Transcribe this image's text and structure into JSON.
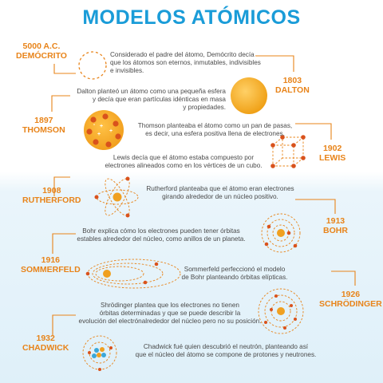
{
  "title": "MODELOS ATÓMICOS",
  "colors": {
    "title": "#1a9cd8",
    "accent": "#e8841a",
    "text": "#4a4a4a",
    "connector": "#e8841a"
  },
  "models": [
    {
      "year": "5000 A.C.",
      "name": "DEMÓCRITO",
      "description_lines": [
        "Considerado el padre del átomo, Demócrito decía",
        "que los átomos son eternos, inmutables, indivisibles",
        "e invisibles."
      ],
      "icon": "dashed-circle-atom-icon"
    },
    {
      "year": "1803",
      "name": "DALTON",
      "description_lines": [
        "Dalton planteó un átomo como una pequeña esfera",
        "y decía que eran partículas idénticas en masa",
        "y propiedades."
      ],
      "icon": "solid-sphere-icon"
    },
    {
      "year": "1897",
      "name": "THOMSON",
      "description_lines": [
        "Thomson planteaba el átomo como un pan de pasas,",
        "es decir, una esfera positiva llena de electrones."
      ],
      "icon": "plum-pudding-icon"
    },
    {
      "year": "1902",
      "name": "LEWIS",
      "description_lines": [
        "Lewis decía que el átomo estaba compuesto por",
        "electrones alineados como en los vértices de un cubo."
      ],
      "icon": "cubic-atom-icon"
    },
    {
      "year": "1908",
      "name": "RUTHERFORD",
      "description_lines": [
        "Rutherford planteaba que el átomo eran electrones",
        "girando alrededor de un núcleo positivo."
      ],
      "icon": "planetary-atom-icon"
    },
    {
      "year": "1913",
      "name": "BOHR",
      "description_lines": [
        "Bohr explica cómo los electrones pueden tener órbitas",
        "estables alrededor del núcleo, como anillos de un planeta."
      ],
      "icon": "concentric-orbits-icon"
    },
    {
      "year": "1916",
      "name": "SOMMERFELD",
      "description_lines": [
        "Sommerfeld perfeccionó el modelo",
        "de Bohr planteando órbitas elípticas."
      ],
      "icon": "elliptical-orbits-icon"
    },
    {
      "year": "1926",
      "name": "SCHRÖDINGER",
      "description_lines": [
        "Shrödinger plantea que los electrones no tienen",
        "órbitas determinadas y que se puede describir la",
        "evolución del electrónalrededor del núcleo pero no su posición."
      ],
      "icon": "wave-cloud-icon"
    },
    {
      "year": "1932",
      "name": "CHADWICK",
      "description_lines": [
        "Chadwick fué quien descubrió el neutrón, planteando así",
        "que el núcleo del átomo se compone de protones y neutrones."
      ],
      "icon": "neutron-nucleus-icon"
    }
  ]
}
